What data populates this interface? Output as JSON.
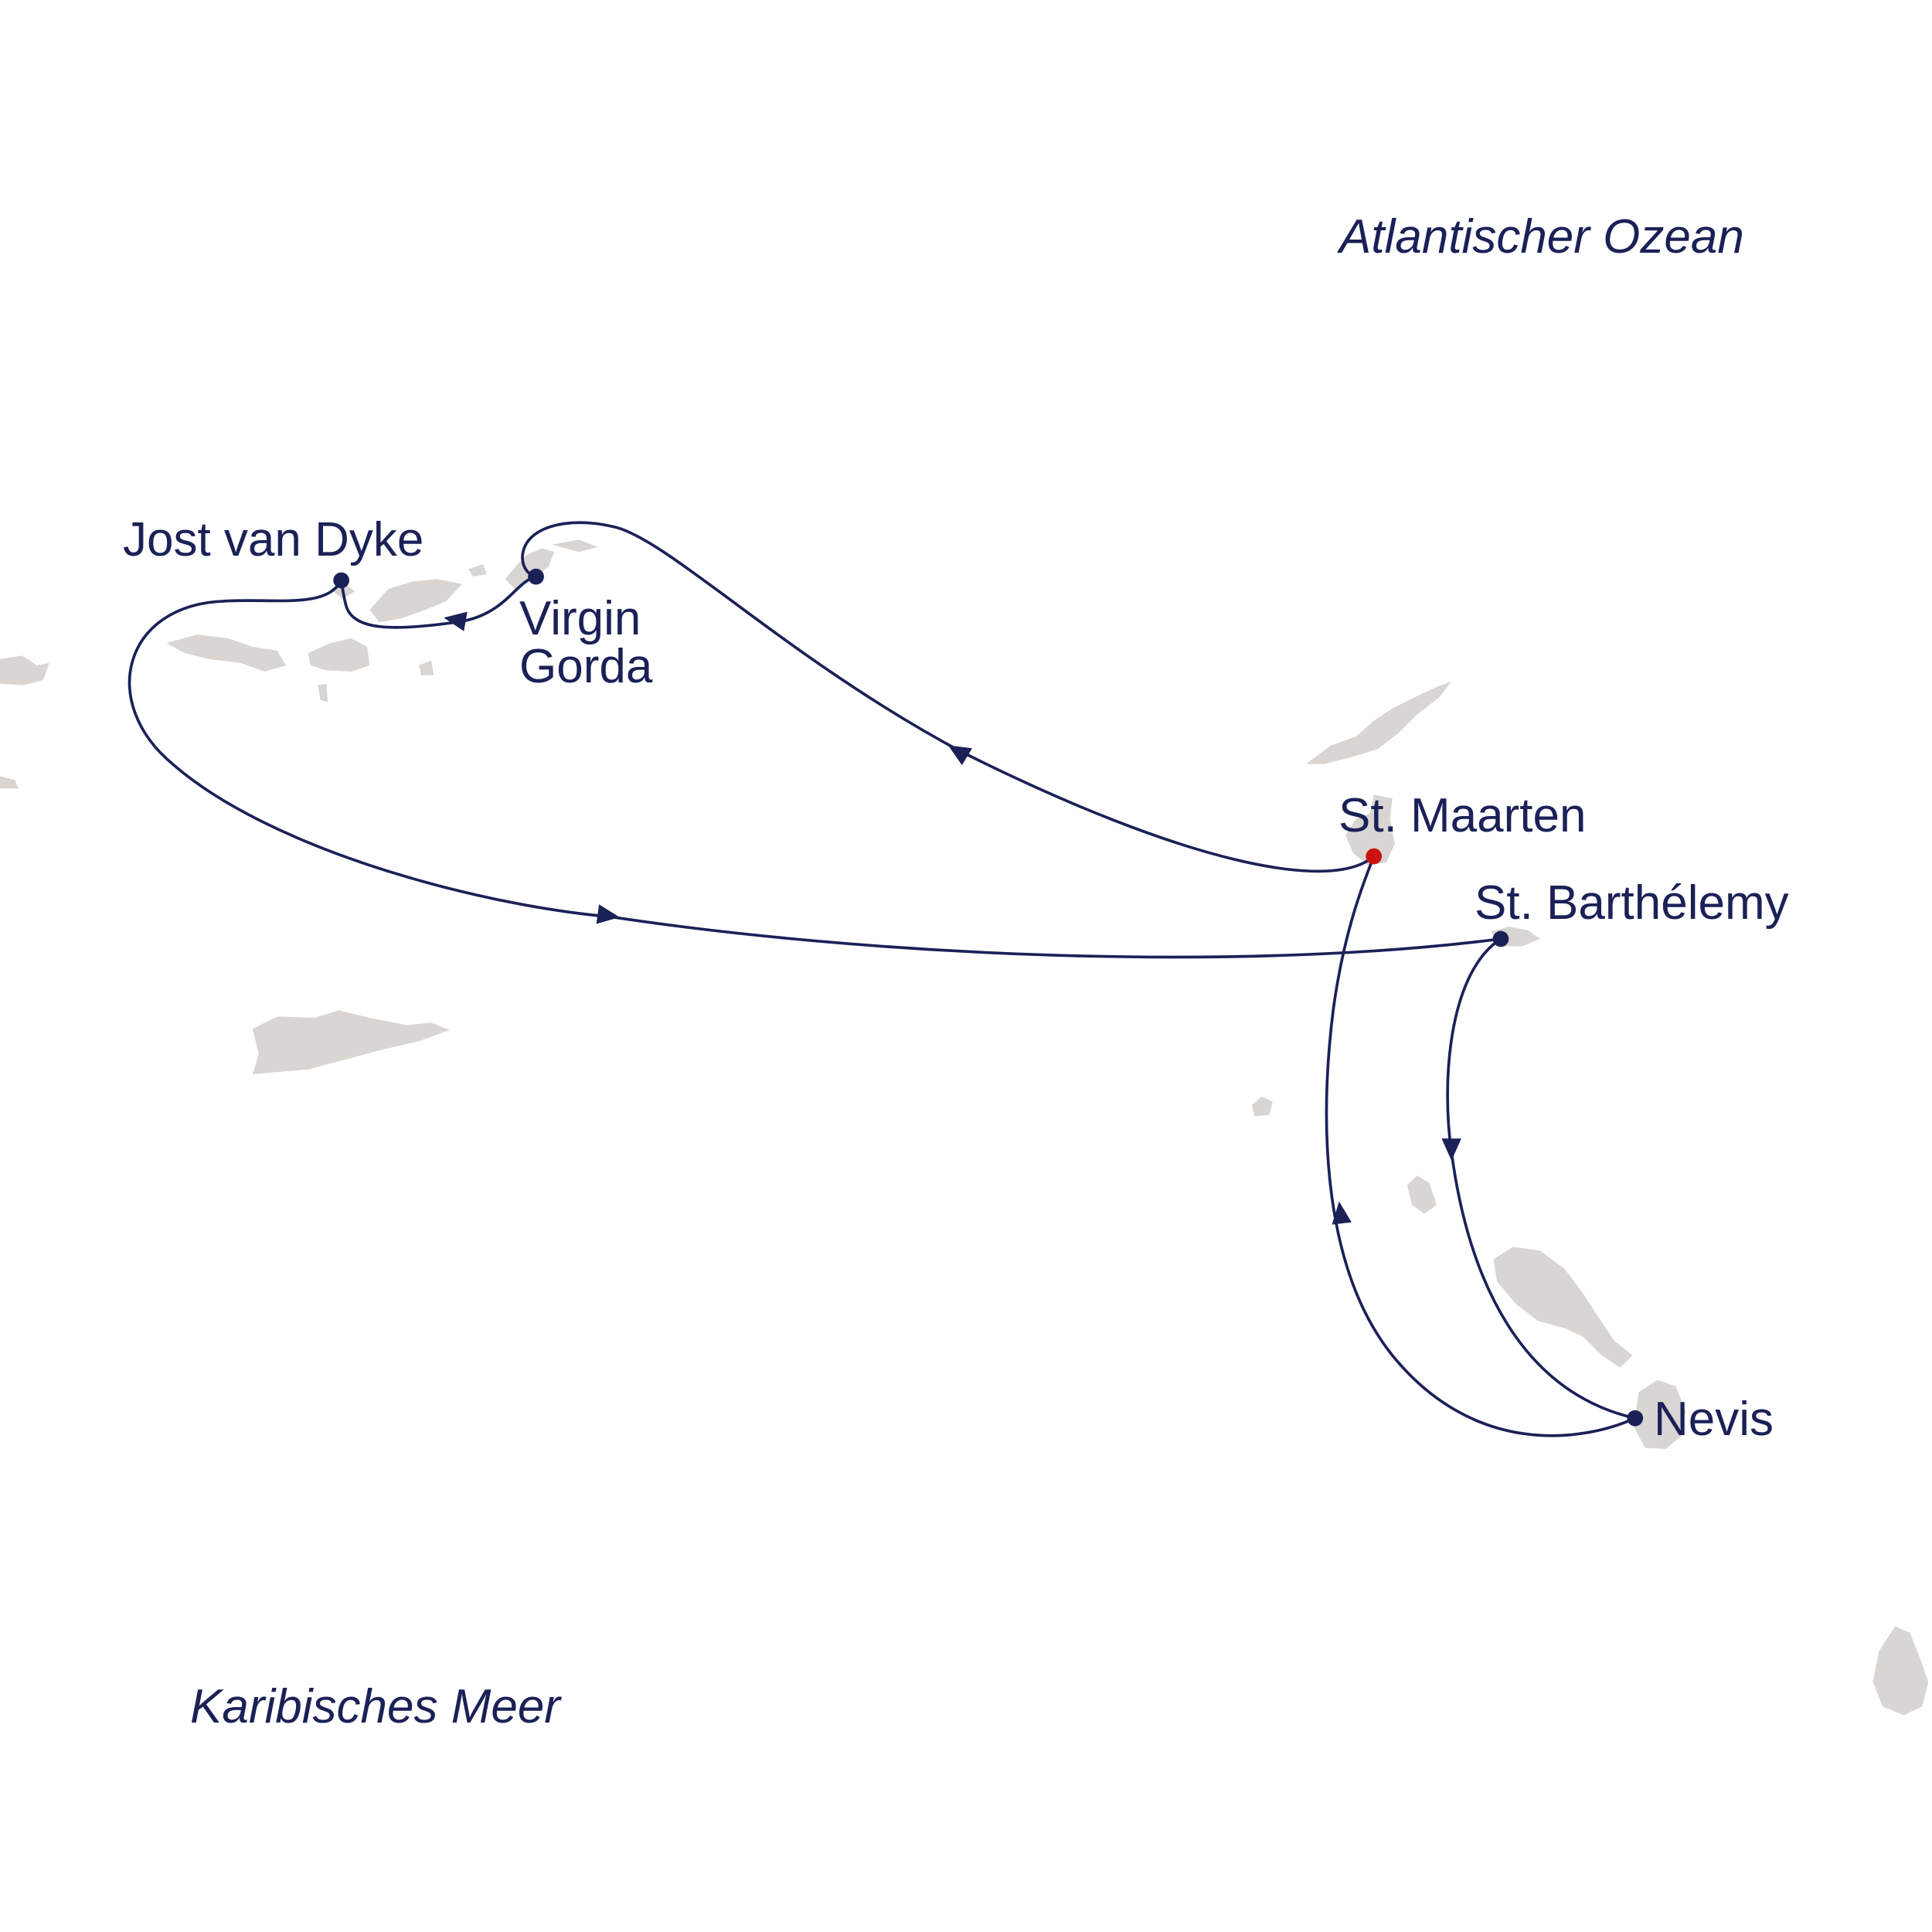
{
  "map": {
    "seas": {
      "atlantic": "Atlantischer Ozean",
      "caribbean": "Karibisches Meer"
    },
    "ports": [
      {
        "name": "Jost van Dyke"
      },
      {
        "name_line1": "Virgin",
        "name_line2": "Gorda"
      },
      {
        "name": "St. Maarten",
        "start": true
      },
      {
        "name": "St. Barthélemy"
      },
      {
        "name": "Nevis"
      }
    ],
    "route_order": [
      "St. Maarten",
      "Virgin Gorda",
      "Jost van Dyke",
      "St. Barthélemy",
      "Nevis",
      "St. Maarten"
    ],
    "colors": {
      "route": "#1b2157",
      "land": "#d8d5d2",
      "start_port": "#cc1111"
    }
  }
}
